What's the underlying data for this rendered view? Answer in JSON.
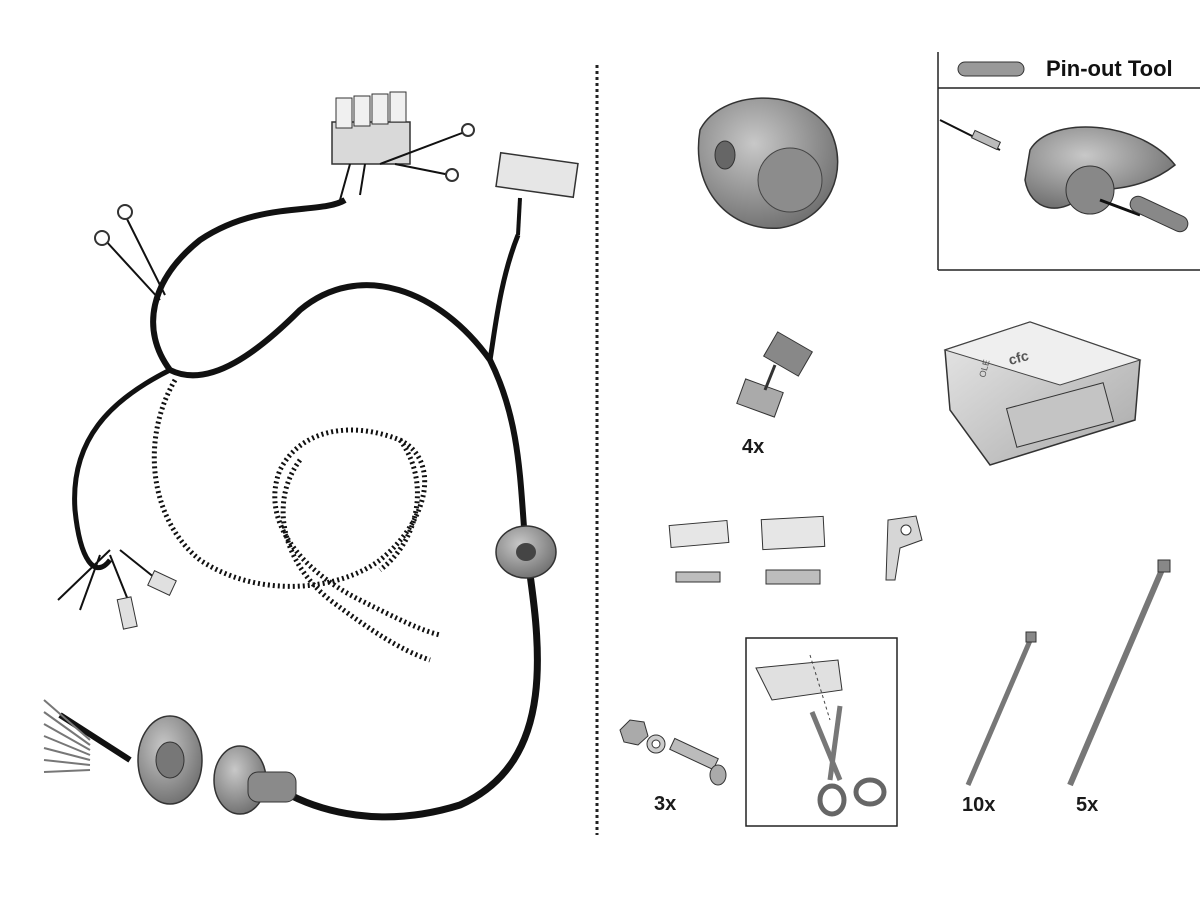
{
  "pinout_box": {
    "title": "Pin-out Tool"
  },
  "quantities": {
    "connector_clips": "4x",
    "screws": "3x",
    "small_ties": "10x",
    "large_ties": "5x"
  },
  "module": {
    "brand": "cfc",
    "prefix": "OLE"
  },
  "colors": {
    "part_grey": "#9a9a9a",
    "wire": "#111111",
    "outline": "#333333"
  }
}
